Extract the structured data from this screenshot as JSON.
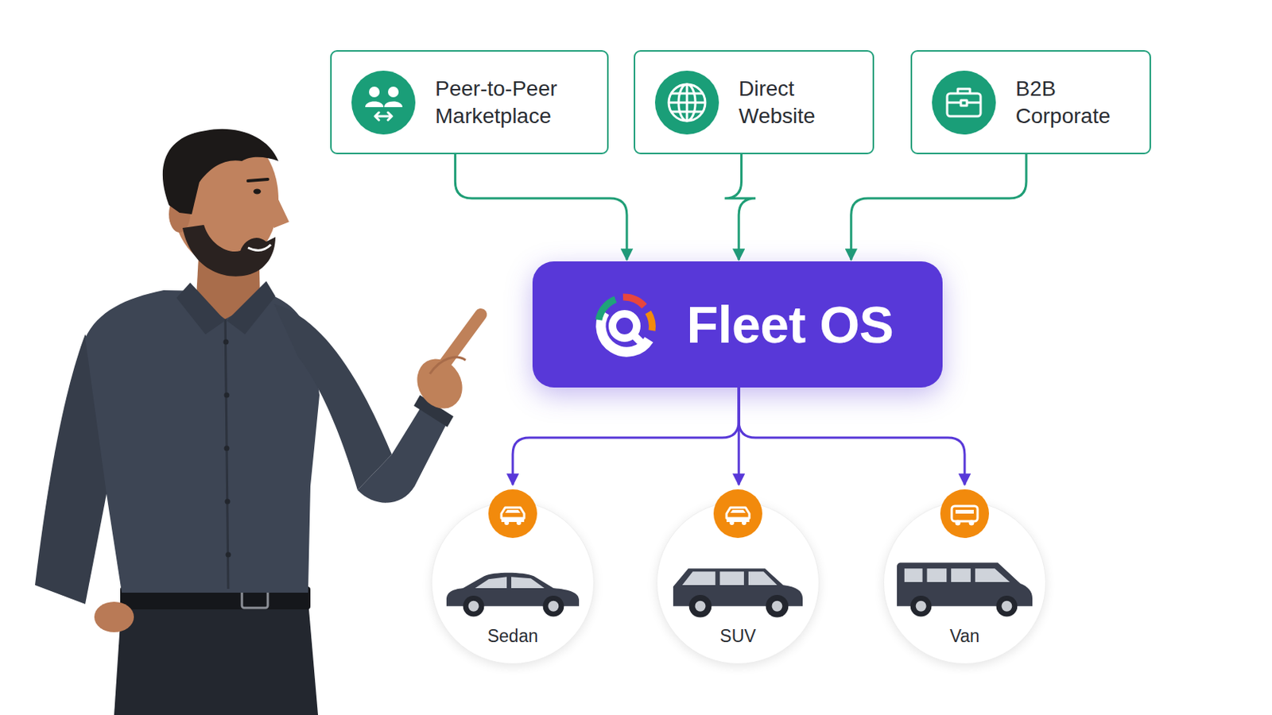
{
  "diagram": {
    "nodes": [
      {
        "text": [
          "Peer-to-Peer Marketplace"
        ]
      },
      {
        "text": [
          "Direct Website"
        ]
      },
      {
        "text": [
          "B2B Corporate"
        ]
      },
      {
        "text": [
          "Fleet OS"
        ]
      },
      {
        "text": [
          "Sedan"
        ]
      },
      {
        "text": [
          "SUV"
        ]
      },
      {
        "text": [
          "Van"
        ]
      }
    ],
    "edges": [
      {
        "from": 0,
        "to": 3,
        "arrow": "to"
      },
      {
        "from": 1,
        "to": 3,
        "arrow": "to"
      },
      {
        "from": 2,
        "to": 3,
        "arrow": "to"
      },
      {
        "from": 3,
        "to": 4,
        "arrow": "to"
      },
      {
        "from": 3,
        "to": 5,
        "arrow": "to"
      },
      {
        "from": 3,
        "to": 6,
        "arrow": "to"
      }
    ]
  }
}
